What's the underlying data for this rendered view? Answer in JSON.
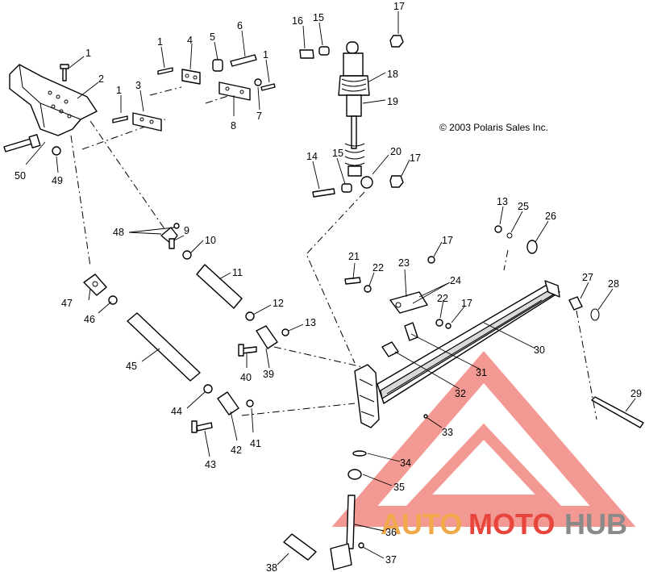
{
  "copyright": "© 2003 Polaris Sales Inc.",
  "watermark": {
    "brand_a": "AUTO",
    "brand_b": "MOTO",
    "brand_c": "HUB",
    "color_red": "#e8463c",
    "color_orange": "#f0a94a",
    "color_gray": "#8a8a8a"
  },
  "callouts": [
    "1",
    "1",
    "1",
    "1",
    "2",
    "3",
    "4",
    "5",
    "6",
    "7",
    "8",
    "9",
    "10",
    "11",
    "12",
    "13",
    "13",
    "14",
    "15",
    "15",
    "16",
    "17",
    "17",
    "17",
    "17",
    "18",
    "19",
    "20",
    "21",
    "22",
    "22",
    "23",
    "24",
    "25",
    "26",
    "27",
    "28",
    "29",
    "30",
    "31",
    "32",
    "33",
    "34",
    "35",
    "36",
    "37",
    "38",
    "39",
    "40",
    "41",
    "42",
    "43",
    "44",
    "45",
    "46",
    "47",
    "48",
    "49",
    "50"
  ]
}
